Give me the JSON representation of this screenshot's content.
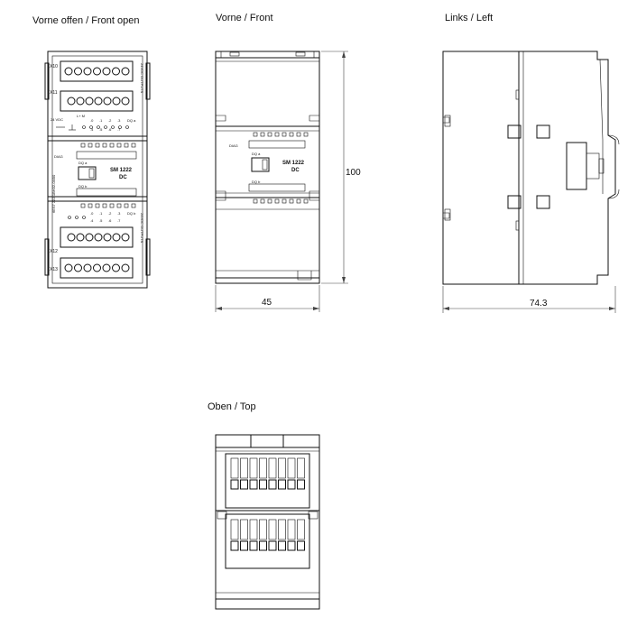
{
  "views": {
    "front_open": {
      "title": "Vorne offen / Front open"
    },
    "front": {
      "title": "Vorne / Front"
    },
    "left": {
      "title": "Links / Left"
    },
    "top": {
      "title": "Oben / Top"
    }
  },
  "dimensions": {
    "height": "100",
    "front_width": "45",
    "side_depth": "74.3"
  },
  "module": {
    "name": "SM 1222",
    "supply": "DC",
    "diag": "DIAG",
    "group_a": "DQ a",
    "group_b": "DQ b",
    "channels_a": [
      ".0",
      ".1",
      ".2",
      ".3"
    ],
    "channels_a2": [
      ".4",
      ".5",
      ".6",
      ".7"
    ],
    "connector_top_1": "X10",
    "connector_top_2": "X11",
    "connector_bottom_1": "X12",
    "connector_bottom_2": "X13",
    "supply_label": "24 VDC",
    "output_label": "24VDC OUTPUTS",
    "order_number": "6ES7 222-1BH32-0XB0",
    "supply_terms": "L+ M"
  }
}
